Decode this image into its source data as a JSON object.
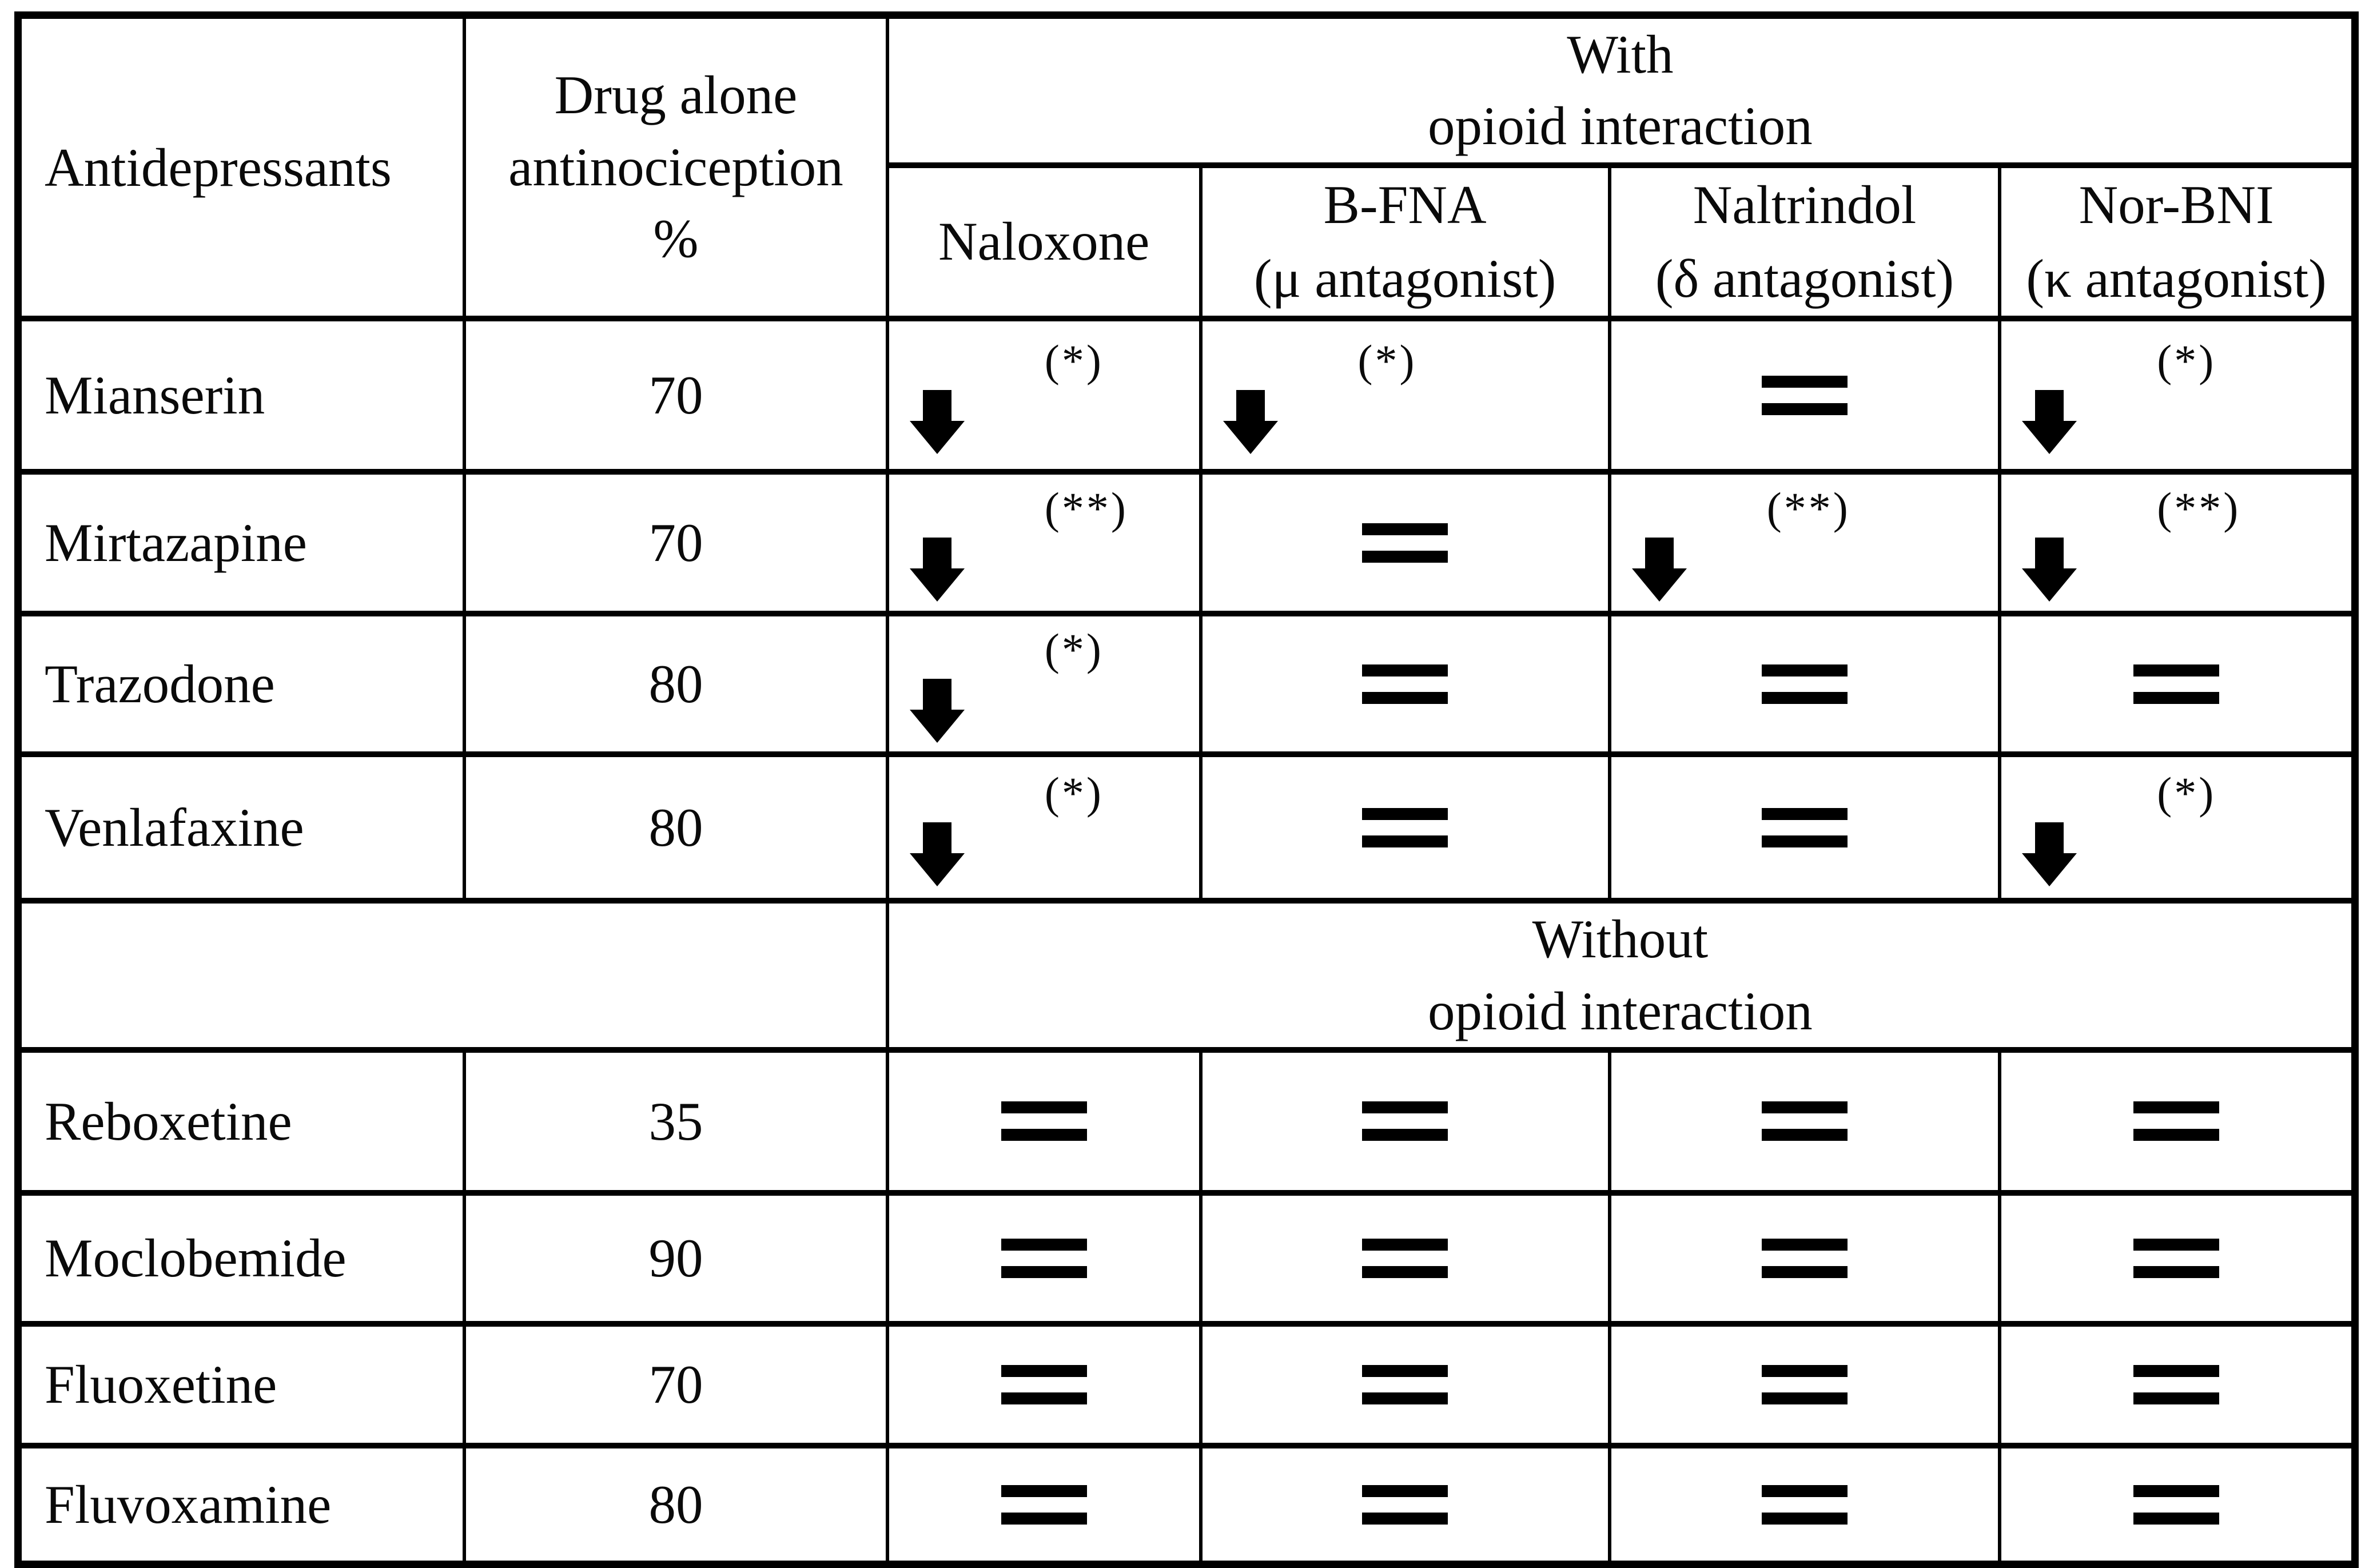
{
  "header": {
    "antidepressants": "Antidepressants",
    "drug_alone": "Drug alone\nantinociception\n%",
    "with_group": "With\nopioid interaction",
    "subcols": [
      "Naloxone",
      "B-FNA\n(μ antagonist)",
      "Naltrindol\n(δ antagonist)",
      "Nor-BNI\n(κ antagonist)"
    ]
  },
  "without_group": "Without\nopioid interaction",
  "symbols": {
    "decrease": "down-arrow",
    "unchanged": "equals"
  },
  "rows_with": [
    {
      "name": "Mianserin",
      "percent": "70",
      "cells": [
        {
          "effect": "decrease",
          "marker": "(*)"
        },
        {
          "effect": "decrease",
          "marker": "(*)"
        },
        {
          "effect": "unchanged"
        },
        {
          "effect": "decrease",
          "marker": "(*)"
        }
      ]
    },
    {
      "name": "Mirtazapine",
      "percent": "70",
      "cells": [
        {
          "effect": "decrease",
          "marker": "(**)"
        },
        {
          "effect": "unchanged"
        },
        {
          "effect": "decrease",
          "marker": "(**)"
        },
        {
          "effect": "decrease",
          "marker": "(**)"
        }
      ]
    },
    {
      "name": "Trazodone",
      "percent": "80",
      "cells": [
        {
          "effect": "decrease",
          "marker": "(*)"
        },
        {
          "effect": "unchanged"
        },
        {
          "effect": "unchanged"
        },
        {
          "effect": "unchanged"
        }
      ]
    },
    {
      "name": "Venlafaxine",
      "percent": "80",
      "cells": [
        {
          "effect": "decrease",
          "marker": "(*)"
        },
        {
          "effect": "unchanged"
        },
        {
          "effect": "unchanged"
        },
        {
          "effect": "decrease",
          "marker": "(*)"
        }
      ]
    }
  ],
  "rows_without": [
    {
      "name": "Reboxetine",
      "percent": "35",
      "cells": [
        {
          "effect": "unchanged"
        },
        {
          "effect": "unchanged"
        },
        {
          "effect": "unchanged"
        },
        {
          "effect": "unchanged"
        }
      ]
    },
    {
      "name": "Moclobemide",
      "percent": "90",
      "cells": [
        {
          "effect": "unchanged"
        },
        {
          "effect": "unchanged"
        },
        {
          "effect": "unchanged"
        },
        {
          "effect": "unchanged"
        }
      ]
    },
    {
      "name": "Fluoxetine",
      "percent": "70",
      "cells": [
        {
          "effect": "unchanged"
        },
        {
          "effect": "unchanged"
        },
        {
          "effect": "unchanged"
        },
        {
          "effect": "unchanged"
        }
      ]
    },
    {
      "name": "Fluvoxamine",
      "percent": "80",
      "cells": [
        {
          "effect": "unchanged"
        },
        {
          "effect": "unchanged"
        },
        {
          "effect": "unchanged"
        },
        {
          "effect": "unchanged"
        }
      ]
    }
  ]
}
